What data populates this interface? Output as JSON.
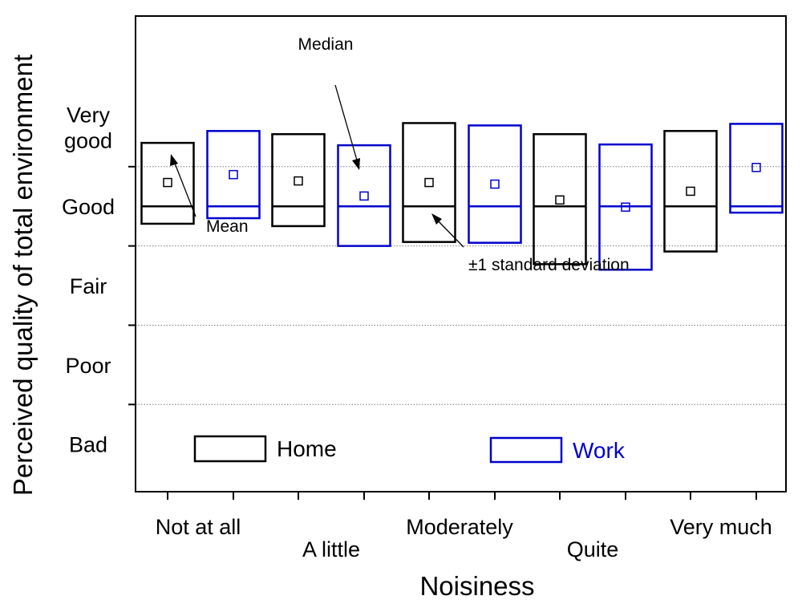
{
  "chart_data": {
    "type": "box",
    "xlabel": "Noisiness",
    "ylabel": "Perceived quality of total environment",
    "categories": [
      "Not at all",
      "A little",
      "Moderately",
      "Quite",
      "Very much"
    ],
    "y_tick_labels": [
      {
        "value": 1,
        "label": "Bad"
      },
      {
        "value": 2,
        "label": "Poor"
      },
      {
        "value": 3,
        "label": "Fair"
      },
      {
        "value": 4,
        "label": "Good"
      },
      {
        "value": 5,
        "label": "Very good"
      }
    ],
    "ylim": [
      0.4,
      6.4
    ],
    "gridlines_y": [
      1.5,
      2.5,
      3.5,
      4.5
    ],
    "grid": "dotted horizontal",
    "legend_position": "bottom",
    "series": [
      {
        "name": "Home",
        "color": "#000000",
        "mean": [
          4.3,
          4.32,
          4.3,
          4.08,
          4.19
        ],
        "median": [
          4.0,
          4.0,
          4.0,
          4.0,
          4.0
        ],
        "low": [
          3.78,
          3.75,
          3.55,
          3.27,
          3.43
        ],
        "high": [
          4.8,
          4.91,
          5.05,
          4.91,
          4.95
        ]
      },
      {
        "name": "Work",
        "color": "#0000cc",
        "mean": [
          4.4,
          4.13,
          4.28,
          3.99,
          4.49
        ],
        "median": [
          4.0,
          4.0,
          4.0,
          4.0,
          4.0
        ],
        "low": [
          3.85,
          3.5,
          3.54,
          3.2,
          3.92
        ],
        "high": [
          4.95,
          4.77,
          5.02,
          4.78,
          5.04
        ]
      }
    ],
    "annotations": [
      "Median",
      "Mean",
      "±1 standard deviation"
    ]
  }
}
